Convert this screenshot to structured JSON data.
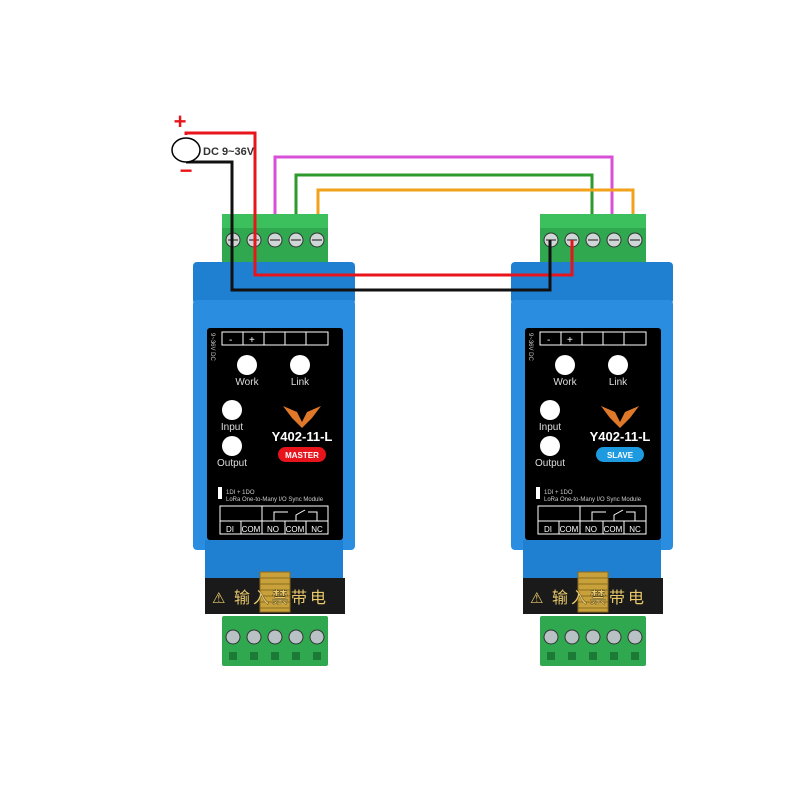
{
  "power": {
    "plus": "+",
    "minus": "−",
    "label": "DC 9~36V"
  },
  "wire_colors": {
    "positive": "#e8141b",
    "negative": "#111111",
    "magenta": "#d84fd8",
    "green": "#2e9a2e",
    "orange": "#f0a21a"
  },
  "modules": [
    {
      "model": "Y402-11-L",
      "role": "MASTER",
      "role_color": "#e8141b"
    },
    {
      "model": "Y402-11-L",
      "role": "SLAVE",
      "role_color": "#1e9be0"
    }
  ],
  "panel": {
    "power_side": "9~36V DC",
    "minus": "-",
    "plus": "+",
    "led_work": "Work",
    "led_link": "Link",
    "led_input": "Input",
    "led_output": "Output",
    "spec": "1DI + 1DO",
    "description": "LoRa One-to-Many I/O Sync Module",
    "terminals": [
      "DI",
      "COM",
      "NO",
      "COM",
      "NC"
    ],
    "warning": "输入禁带电"
  }
}
